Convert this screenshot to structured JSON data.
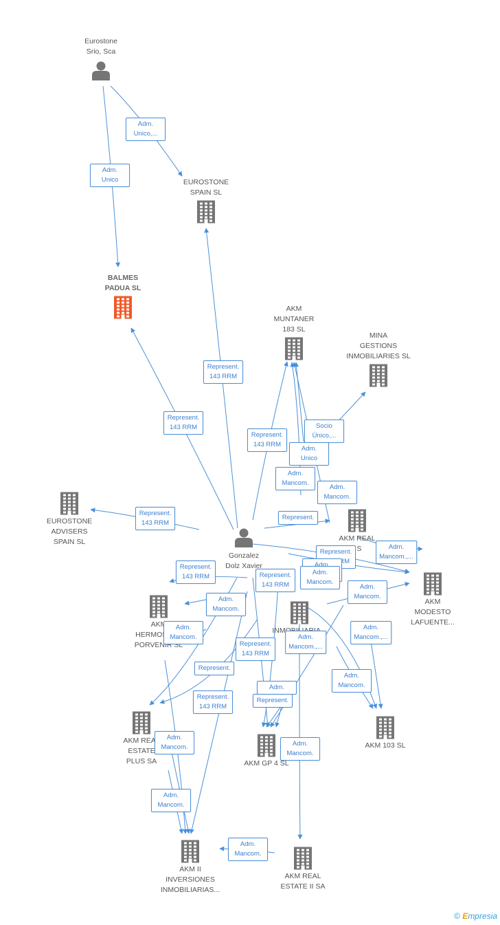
{
  "colors": {
    "edge": "#4a90d9",
    "node": "#757575",
    "focus": "#f05a28"
  },
  "nodes": [
    {
      "id": "eurostone-srio",
      "type": "person",
      "label": "Eurostone\nSrio, Sca"
    },
    {
      "id": "eurostone-spain",
      "type": "company",
      "label": "EUROSTONE\nSPAIN  SL"
    },
    {
      "id": "balmes-padua",
      "type": "company",
      "focus": true,
      "label": "BALMES\nPADUA  SL"
    },
    {
      "id": "akm-muntaner",
      "type": "company",
      "label": "AKM\nMUNTANER\n183  SL"
    },
    {
      "id": "mina-gestions",
      "type": "company",
      "label": "MINA\nGESTIONS\nINMOBILIARIES SL"
    },
    {
      "id": "eurostone-advisers",
      "type": "company",
      "label": "EUROSTONE\nADVISERS\nSPAIN  SL"
    },
    {
      "id": "gonzalez",
      "type": "person",
      "label": "Gonzalez\nDolz Xavier"
    },
    {
      "id": "akm-real-top",
      "type": "company",
      "label": "AKM REAL\n I S"
    },
    {
      "id": "akm-modesto",
      "type": "company",
      "label": "AKM\nMODESTO\nLAFUENTE..."
    },
    {
      "id": "akm-hermosilla",
      "type": "company",
      "label": "AKM\nHERMOSILLA\nPORVENIR  SL"
    },
    {
      "id": "akm-inmobiliaria",
      "type": "company",
      "label": "INMOBILIARIA..."
    },
    {
      "id": "akm-real-plus",
      "type": "company",
      "label": "AKM REAL\nESTATE\nPLUS SA"
    },
    {
      "id": "akm-gp4",
      "type": "company",
      "label": "AKM GP 4  SL"
    },
    {
      "id": "akm-103",
      "type": "company",
      "label": "AKM 103  SL"
    },
    {
      "id": "akm-ii-inversiones",
      "type": "company",
      "label": "AKM II\nINVERSIONES\nINMOBILIARIAS..."
    },
    {
      "id": "akm-real-ii",
      "type": "company",
      "label": "AKM REAL\nESTATE II SA"
    }
  ],
  "edge_labels": [
    "Adm.\nUnico,...",
    "Adm.\nUnico",
    "Represent.\n143 RRM",
    "Represent.\n143 RRM",
    "Represent.\n143 RRM",
    "Socio\nÚnico,...",
    "Adm.\nUnico",
    "Adm.\nMancom.",
    "Adm.\nMancom.",
    "Represent.\n143 RRM",
    "Represent.",
    "Represent.\n143 RRM",
    "Adm.\nMancom.,...",
    "Represent.\n143 RRM",
    "Adm.\nMancom.",
    "Represent.\n143 RRM",
    "Adm.\nMancom.",
    "Adm.\nMancom.",
    "Represent.",
    "Adm.\nMancom.,...",
    "Adm.\nMancom.,...",
    "Represent.\n143 RRM",
    "Adm.\nMancom.",
    "Adm.\nMancom.",
    "Represent.\n143 RRM",
    "Adm.",
    "Represent.",
    "Adm.\nMancom.",
    "Adm.\nMancom.",
    "Adm.\nMancom.",
    "Adm.\nMancom.",
    "Adm.\nMancom."
  ],
  "footer": {
    "copyright": "©",
    "brand_e": "E",
    "brand_rest": "mpresia"
  }
}
